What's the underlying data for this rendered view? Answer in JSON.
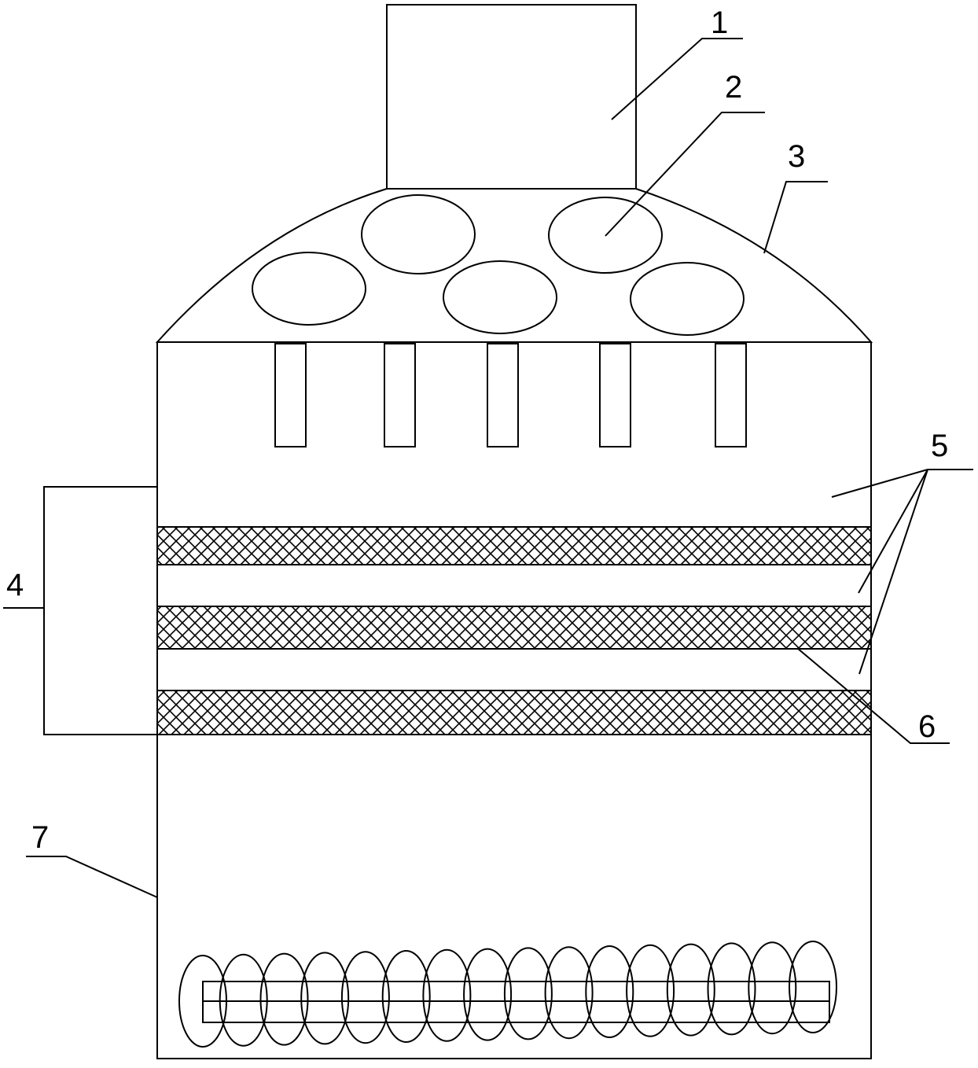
{
  "diagram": {
    "labels": {
      "l1": "1",
      "l2": "2",
      "l3": "3",
      "l4": "4",
      "l5": "5",
      "l6": "6",
      "l7": "7"
    },
    "colors": {
      "line": "#000000",
      "background": "#ffffff"
    }
  }
}
